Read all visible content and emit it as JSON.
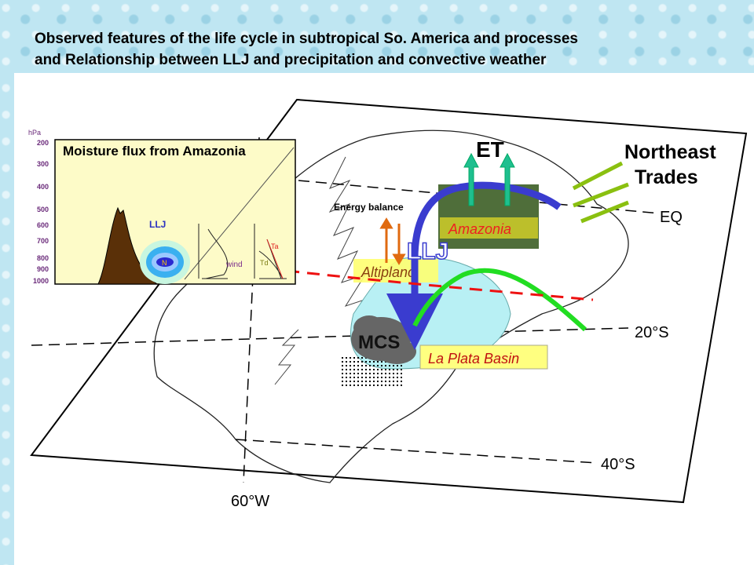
{
  "title": {
    "line1": "Observed features of the life cycle in subtropical So. America and processes",
    "line2": "and Relationship between LLJ and precipitation and convective weather"
  },
  "inset": {
    "title": "Moisture flux from Amazonia",
    "axis_unit": "hPa",
    "pressure_levels": [
      "200",
      "300",
      "400",
      "500",
      "600",
      "700",
      "800",
      "900",
      "1000"
    ],
    "llj_label": "LLJ",
    "core_label": "N",
    "wind_label": "wind",
    "ta_label": "Ta",
    "td_label": "Td"
  },
  "map": {
    "et_label": "ET",
    "trades_line1": "Northeast",
    "trades_line2": "Trades",
    "eq_label": "EQ",
    "lat20_label": "20°S",
    "lat40_label": "40°S",
    "lon60_label": "60°W",
    "energy_label": "Energy balance",
    "amazonia_label": "Amazonia",
    "altiplano_label": "Altiplano",
    "llj_label": "LLJ",
    "mcs_label": "MCS",
    "laplata_label": "La Plata Basin"
  },
  "colors": {
    "llj": "#3a3ccf",
    "green": "#22dd22",
    "et": "#1fbf8f",
    "red": "#ee1111",
    "inset_bg": "#fdfbc8"
  }
}
